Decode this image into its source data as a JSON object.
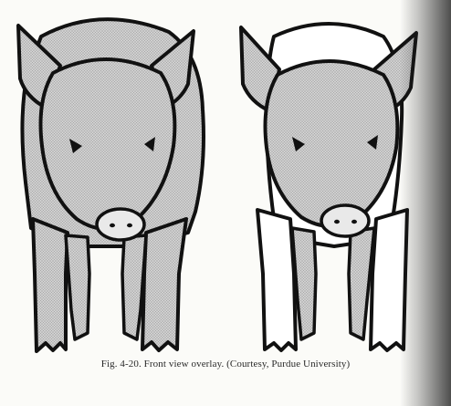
{
  "figure": {
    "caption": "Fig. 4-20. Front view overlay. (Courtesy, Purdue University)",
    "panels": [
      "pig-front-view-left",
      "pig-front-view-right"
    ],
    "colors": {
      "outline": "#111111",
      "stipple_fill": "#c9c9c9",
      "paper": "#fbfbf8"
    }
  }
}
